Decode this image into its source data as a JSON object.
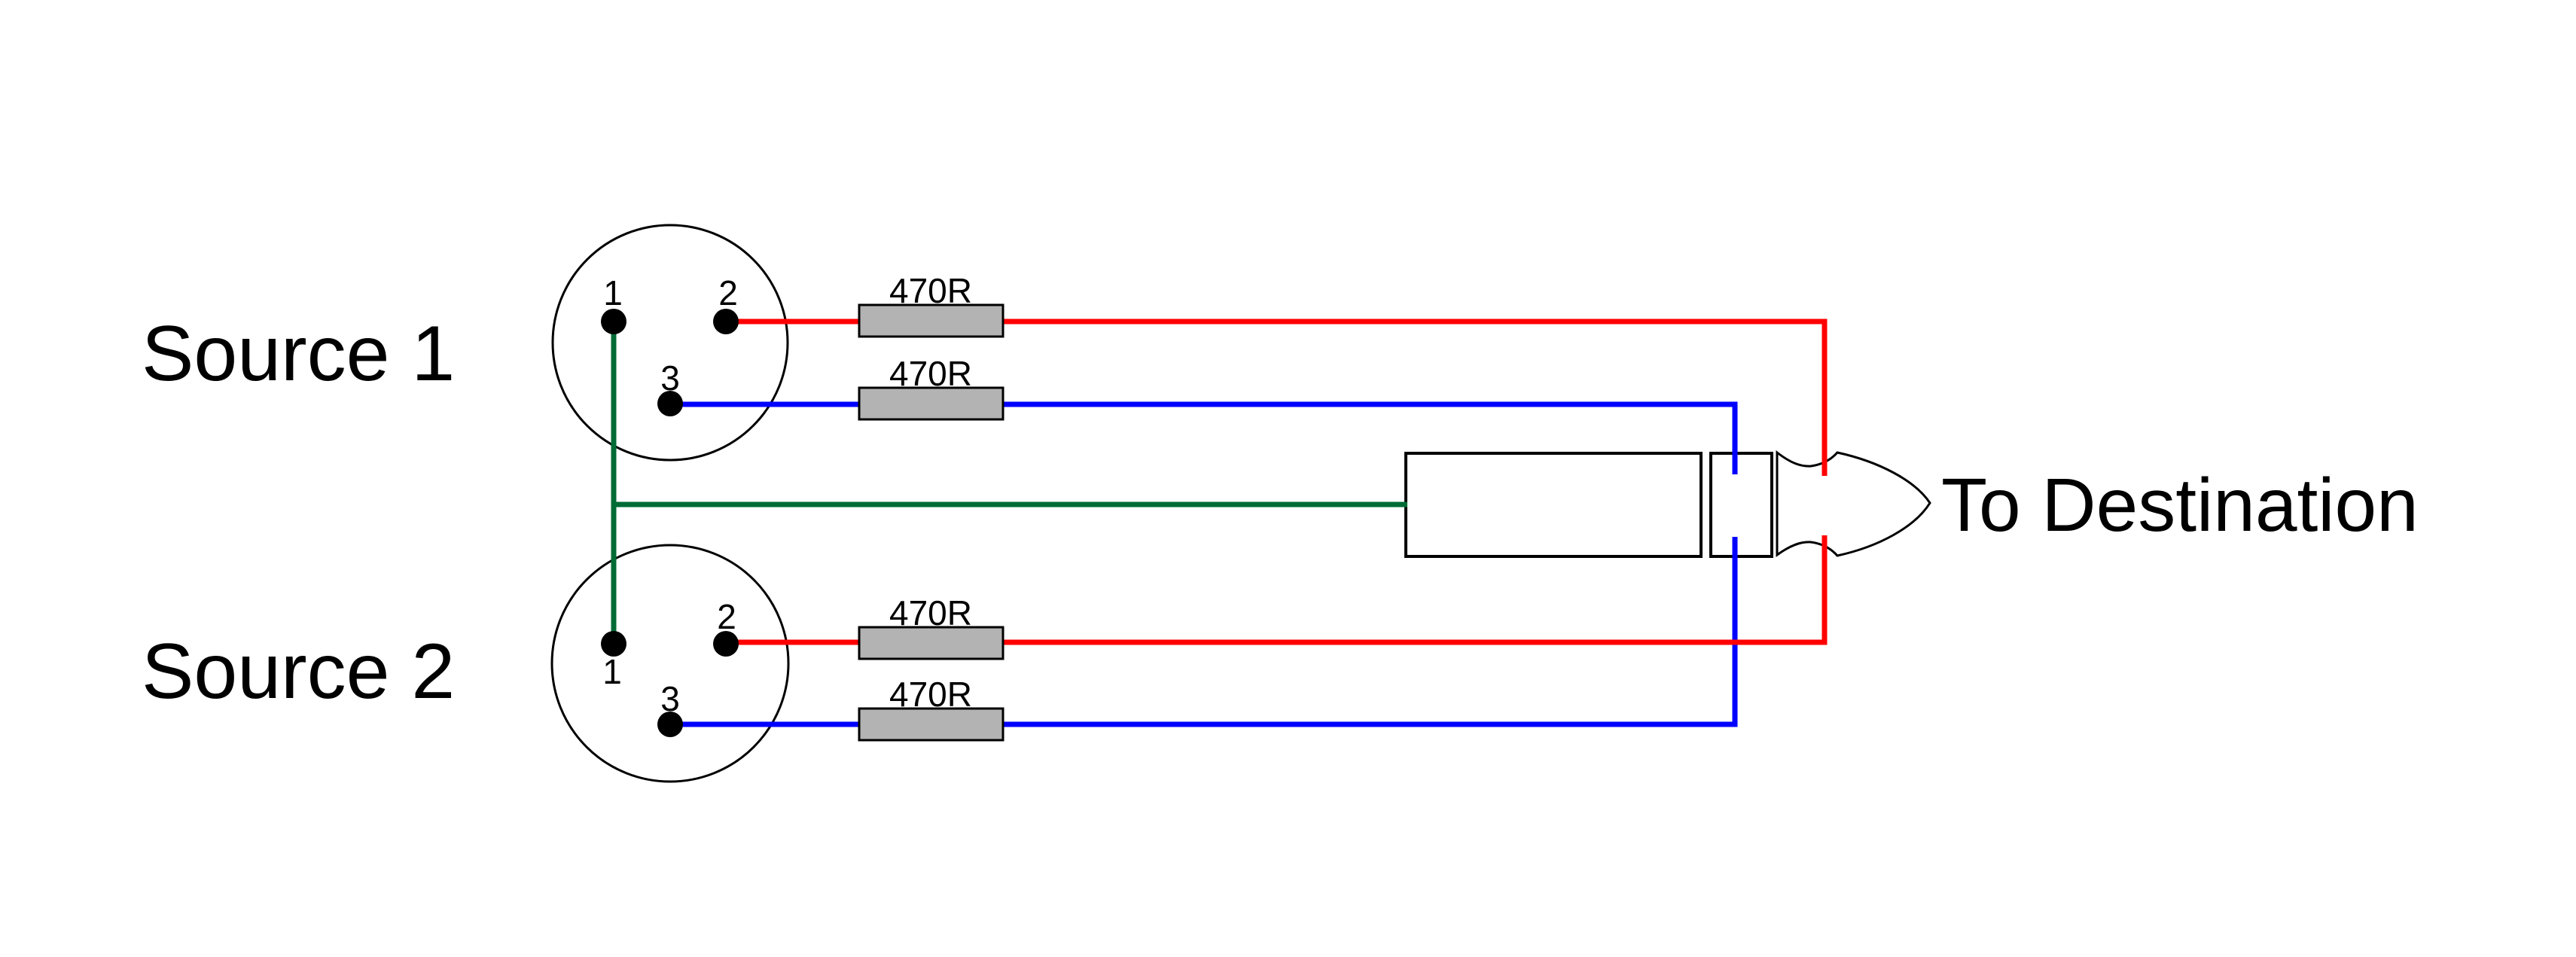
{
  "diagram": {
    "title_hint": "Passive summing of two balanced XLR sources into one TRS jack destination",
    "sources": [
      {
        "label": "Source 1",
        "pins": {
          "p1": "1",
          "p2": "2",
          "p3": "3"
        }
      },
      {
        "label": "Source 2",
        "pins": {
          "p1": "1",
          "p2": "2",
          "p3": "3"
        }
      }
    ],
    "destination": {
      "label": "To Destination"
    },
    "resistors": [
      {
        "label": "470R"
      },
      {
        "label": "470R"
      },
      {
        "label": "470R"
      },
      {
        "label": "470R"
      }
    ],
    "colors": {
      "hot": "#ff0000",
      "cold": "#0000ff",
      "ground": "#006b35",
      "outline": "#000000",
      "resistor_fill": "#b3b3b3",
      "connector_fill": "#ffffff"
    }
  }
}
